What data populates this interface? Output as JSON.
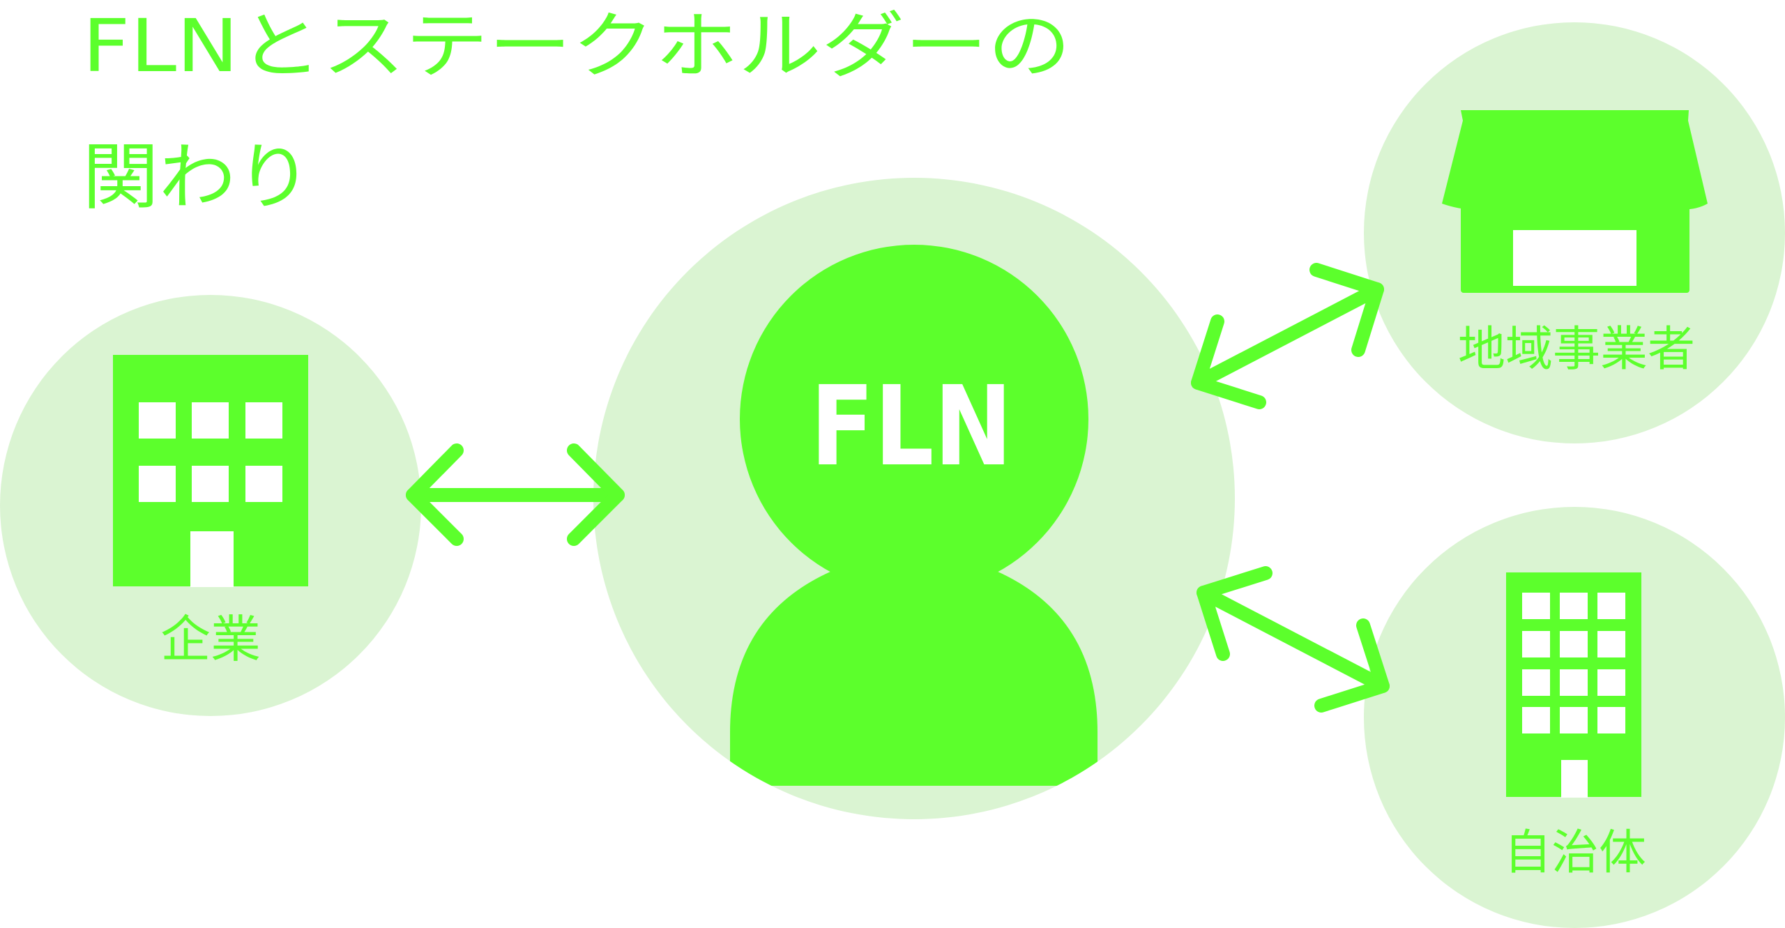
{
  "title": {
    "line1": "FLNとステークホルダーの",
    "line2": "関わり"
  },
  "center": {
    "label": "FLN",
    "icon": "person-icon"
  },
  "stakeholders": [
    {
      "label": "企業",
      "icon": "office-building-icon"
    },
    {
      "label": "地域事業者",
      "icon": "shop-icon"
    },
    {
      "label": "自治体",
      "icon": "government-building-icon"
    }
  ],
  "colors": {
    "accent": "#5cff2c",
    "circle_bg": "#daf4d2",
    "background": "#ffffff"
  }
}
